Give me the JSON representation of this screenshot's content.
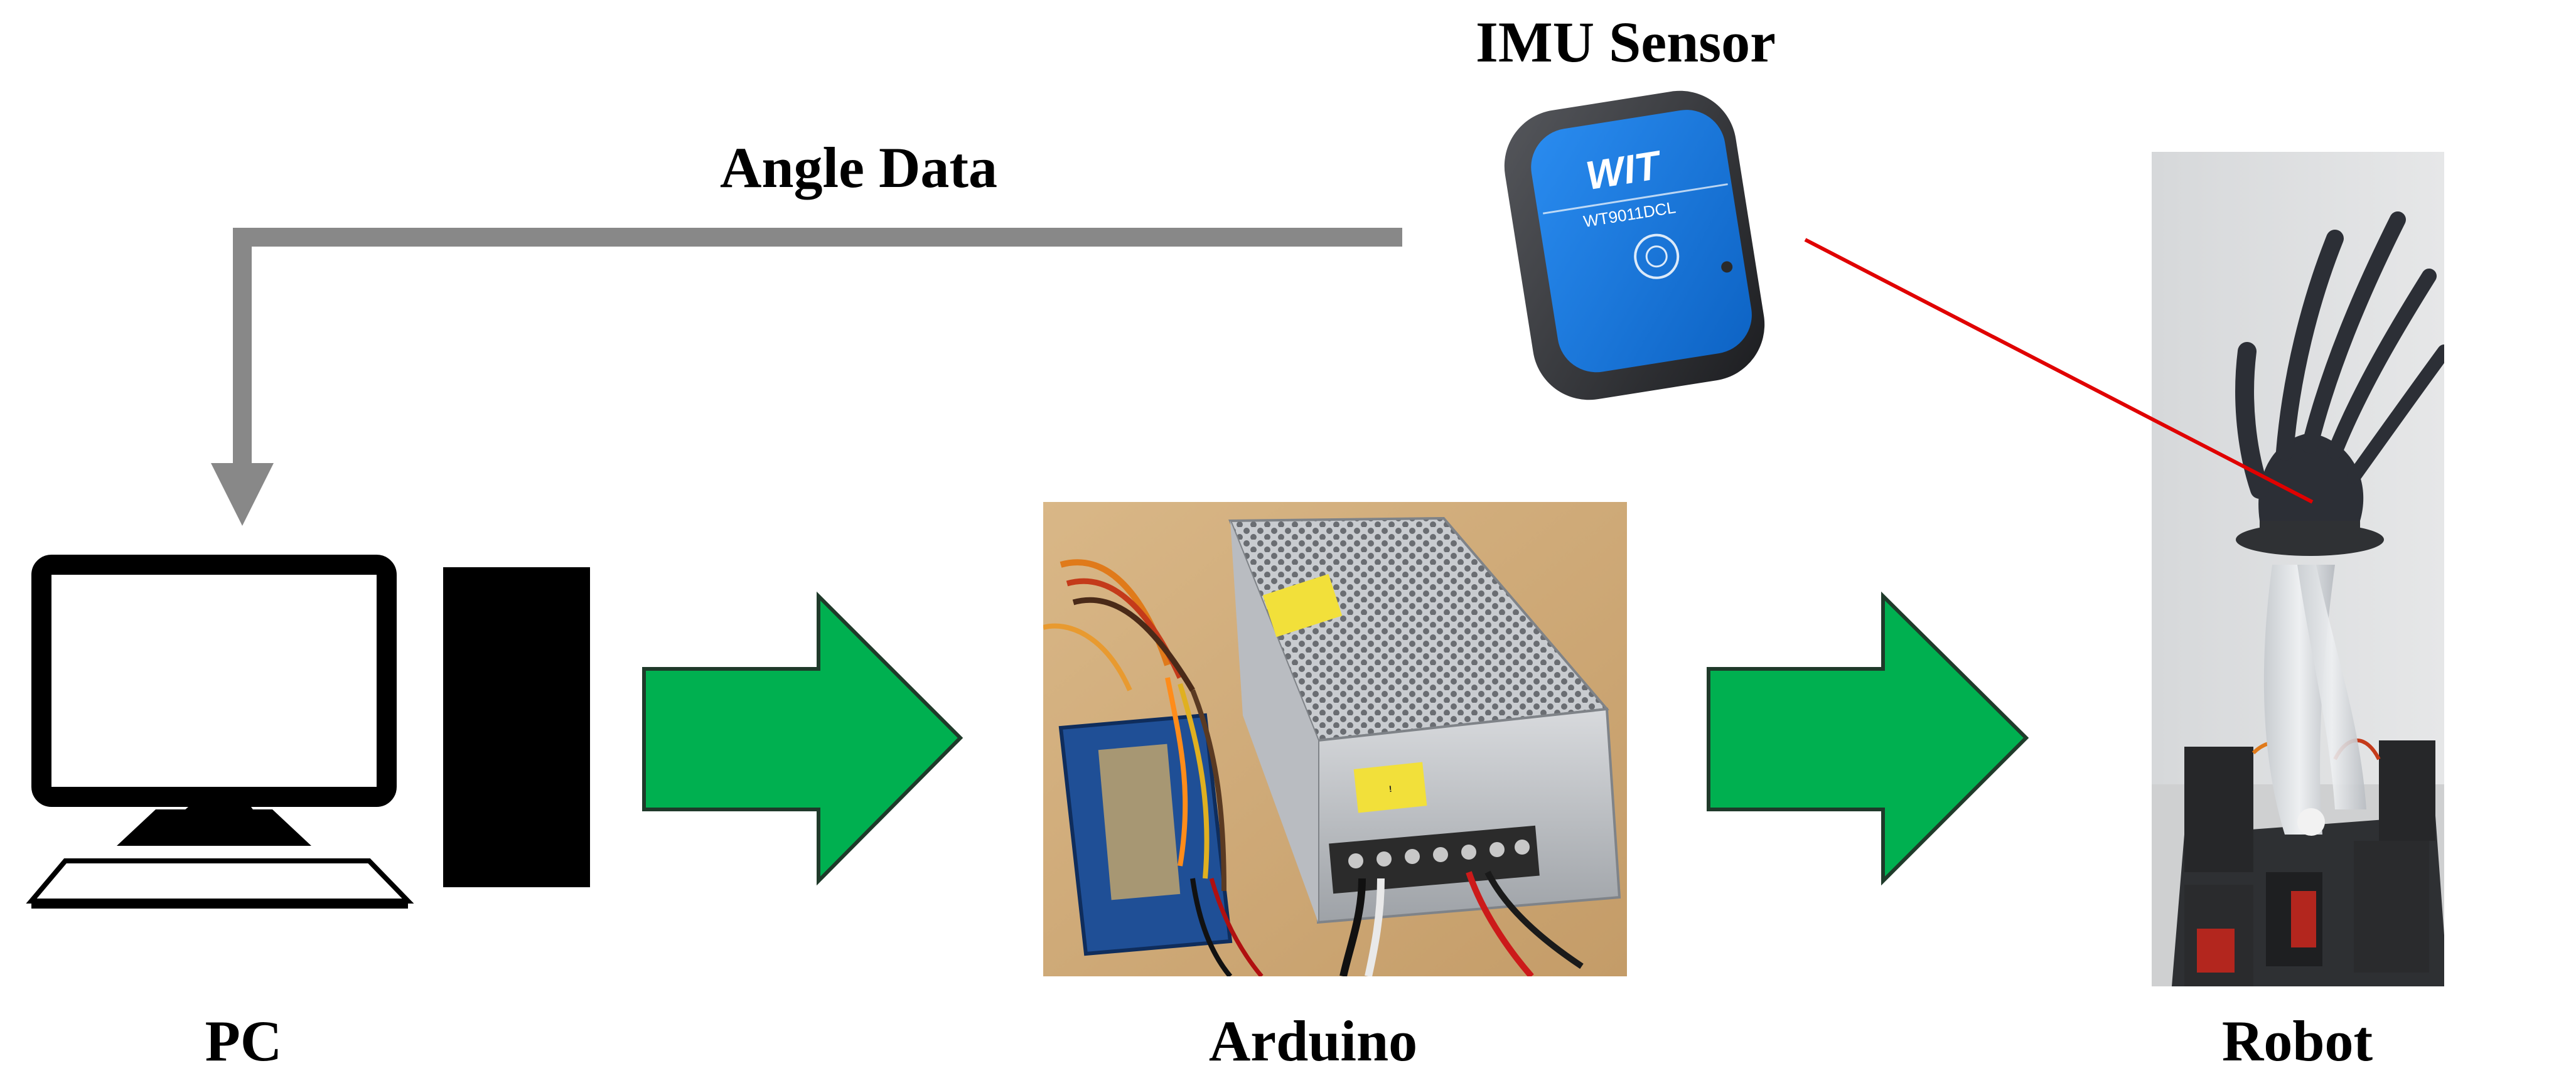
{
  "labels": {
    "imu": "IMU Sensor",
    "angle_data": "Angle Data",
    "pc": "PC",
    "arduino": "Arduino",
    "robot": "Robot"
  },
  "imu_device": {
    "brand": "WIT",
    "model": "WT9011DCL"
  },
  "colors": {
    "flow_arrow_fill": "#00b050",
    "flow_arrow_stroke": "#1f3a2a",
    "data_line": "#888888",
    "pointer_line": "#e00000",
    "imu_body": "#2f2f33",
    "imu_face": "#1a7de0",
    "pc_icon": "#000000"
  }
}
